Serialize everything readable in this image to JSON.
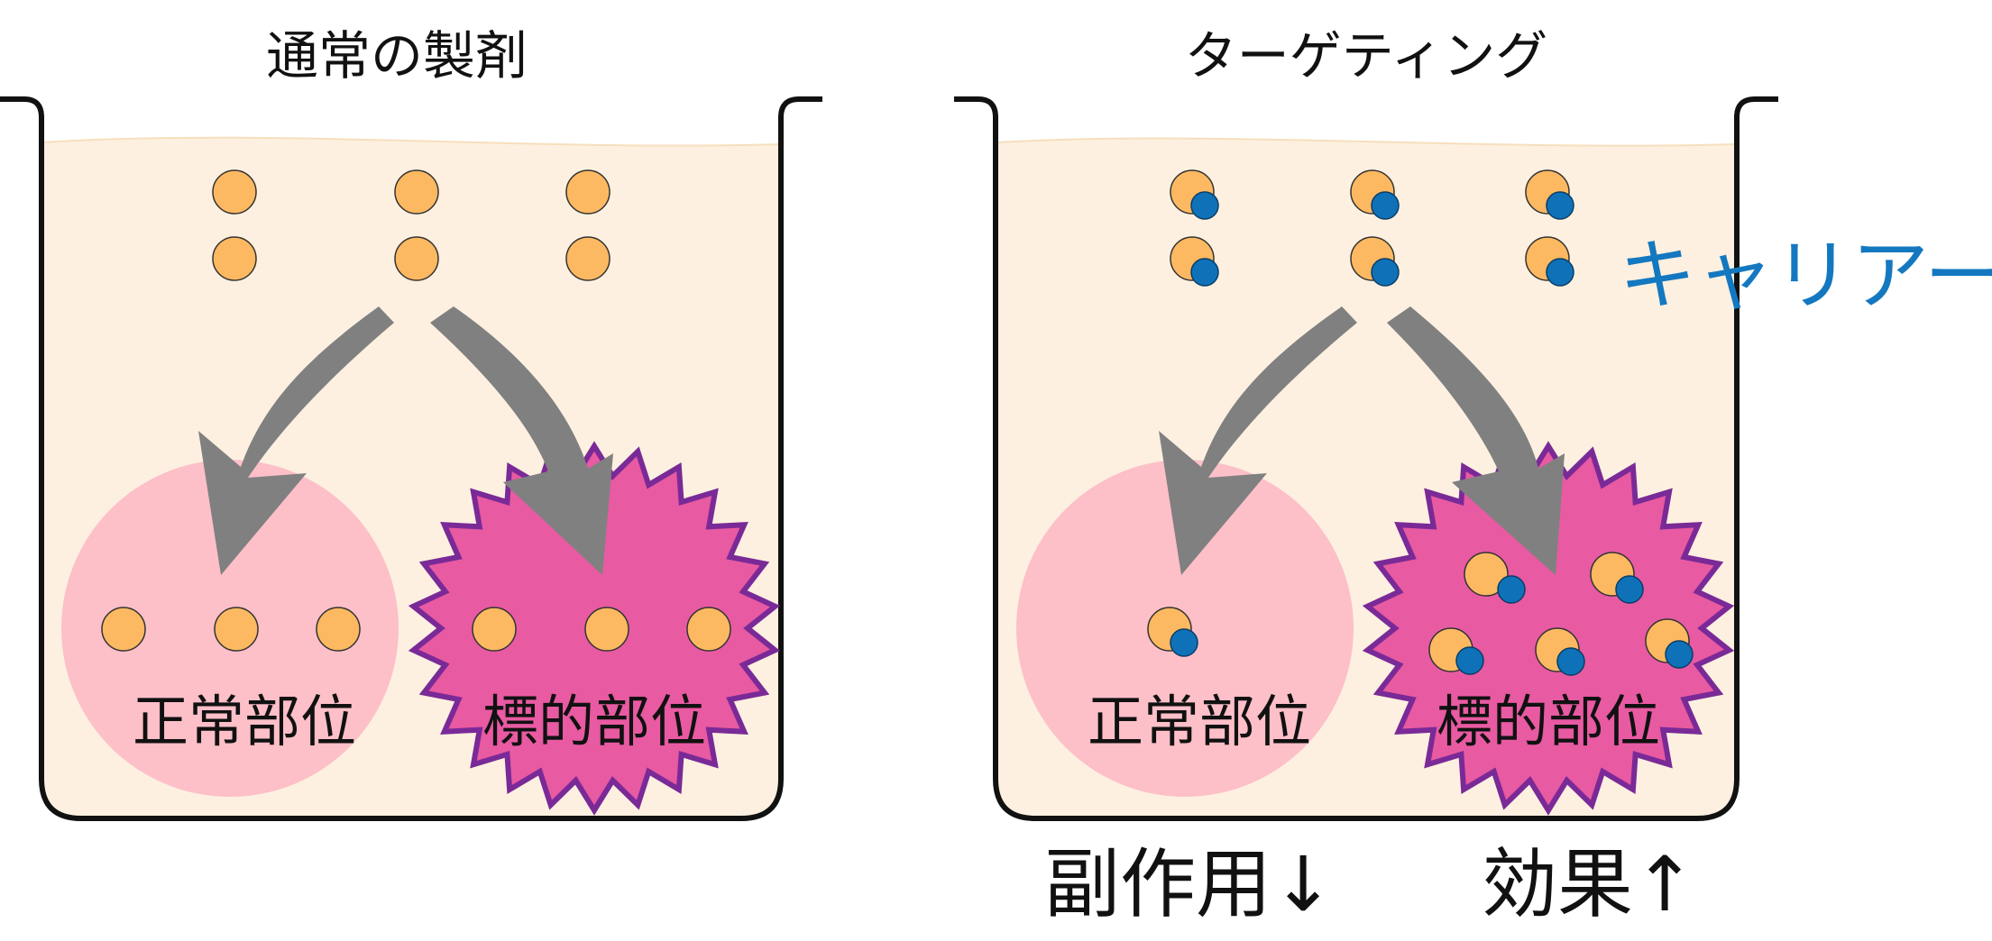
{
  "left_panel": {
    "title": "通常の製剤",
    "normal_label": "正常部位",
    "target_label": "標的部位"
  },
  "right_panel": {
    "title": "ターゲティング",
    "carrier_label": "キャリアー",
    "normal_label": "正常部位",
    "target_label": "標的部位",
    "side_effect_caption": "副作用↓",
    "effect_caption": "効果↑"
  },
  "colors": {
    "liquid": "#fdf0e0",
    "liquid_edge": "#f6dfbd",
    "drug": "#fdb961",
    "carrier": "#0f72b8",
    "normal_site": "#fdbfc8",
    "target_site": "#e85aa2",
    "target_outline": "#7a2a97",
    "arrow": "#808080",
    "beaker": "#111111",
    "carrier_text": "#1478c0"
  }
}
